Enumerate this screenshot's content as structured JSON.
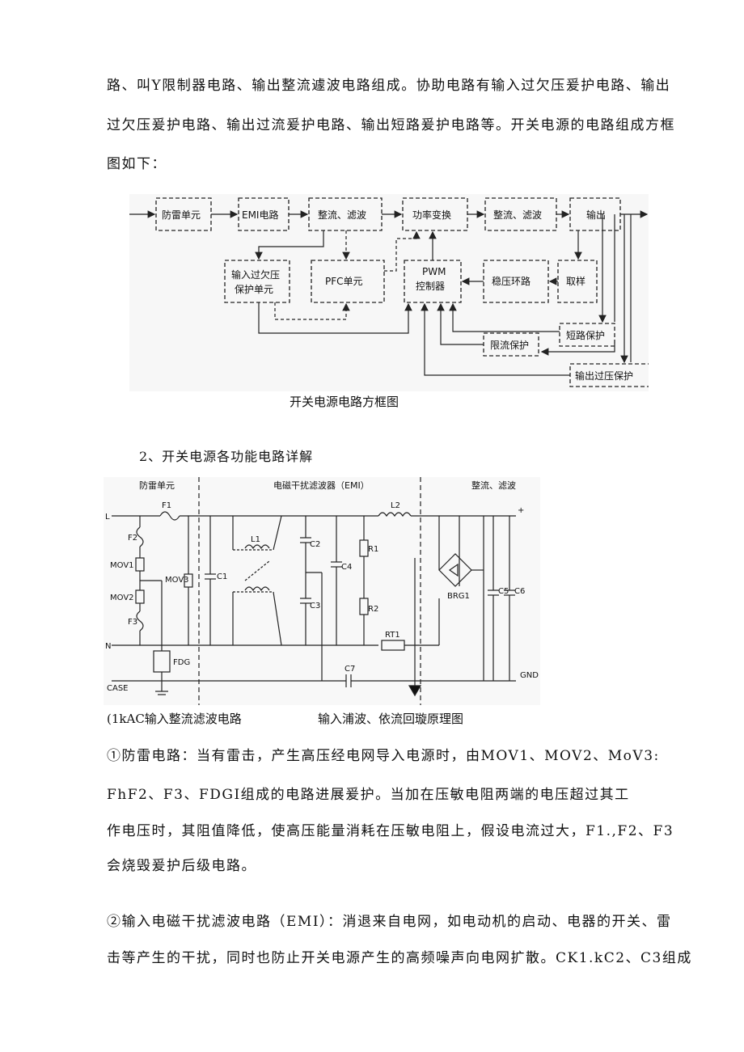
{
  "intro": {
    "line1": "路、叫Y限制器电路、输出整流遽波电路组成。协助电路有输入过欠压爰护电路、输出",
    "line2": "过欠压爰护电路、输出过流爰护电路、输出短路爰护电路等。开关电源的电路组成方框",
    "line3": "图如下："
  },
  "block_diagram": {
    "blocks": {
      "lightning": "防雷单元",
      "emi": "EMI电路",
      "rect1": "整流、滤波",
      "power": "功率变换",
      "rect2": "整流、滤波",
      "output": "输出",
      "inprot1": "输入过欠压",
      "inprot2": "保护单元",
      "pfc": "PFC单元",
      "pwm1": "PWM",
      "pwm2": "控制器",
      "regulator": "稳压环路",
      "sample": "取样",
      "short": "短路保护",
      "current": "限流保护",
      "overvolt": "输出过压保护"
    },
    "caption": "开关电源电路方框图"
  },
  "section2_heading": "2、开关电源各功能电路详解",
  "schematic": {
    "header_lightning": "防雷单元",
    "header_emi": "电磁干扰滤波器（EMI）",
    "header_rect": "整流、滤波",
    "labels": {
      "L": "L",
      "N": "N",
      "CASE": "CASE",
      "GND": "GND",
      "plus": "+",
      "F1": "F1",
      "F2": "F2",
      "F3": "F3",
      "MOV1": "MOV1",
      "MOV2": "MOV2",
      "MOV3": "MOV3",
      "C1": "C1",
      "L1": "L1",
      "C2": "C2",
      "C3": "C3",
      "C4": "C4",
      "R1": "R1",
      "R2": "R2",
      "RT1": "RT1",
      "L2": "L2",
      "BRG1": "BRG1",
      "C5": "C5",
      "C6": "C6",
      "C7": "C7",
      "FDG": "FDG"
    },
    "caption_left": "(1kAC输入整流滤波电路",
    "caption_right": "输入浦波、依流回璇原理图"
  },
  "para1": {
    "line1": "①防雷电路：当有雷击，产生高压经电网导入电源时，由MOV1、MOV2、MoV3:",
    "line2": "FhF2、F3、FDGI组成的电路进展爰护。当加在压敏电阻两端的电压超过其工",
    "line3": "作电压时，其阻值降低，使高压能量消耗在压敏电阻上，假设电流过大，F1.,F2、F3",
    "line4": "会烧毁爰护后级电路。"
  },
  "para2": {
    "line1": "②输入电磁干扰滤波电路（EMI）：消退来自电网，如电动机的启动、电器的开关、雷",
    "line2": "击等产生的干扰，同时也防止开关电源产生的高频噪声向电网扩散。CK1.kC2、C3组成"
  }
}
